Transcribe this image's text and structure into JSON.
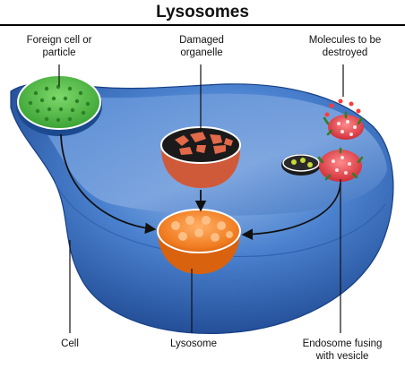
{
  "title": "Lysosomes",
  "labels": {
    "foreign": [
      "Foreign cell or",
      "particle"
    ],
    "damaged": [
      "Damaged",
      "organelle"
    ],
    "molecules": [
      "Molecules to be",
      "destroyed"
    ],
    "cell": "Cell",
    "lysosome": "Lysosome",
    "endosome": [
      "Endosome fusing",
      "with vesicle"
    ]
  },
  "colors": {
    "cell_dark": "#1d4f9e",
    "cell_mid": "#3b74c6",
    "cell_light": "#8fb3e3",
    "lysosome": "#f07a1e",
    "foreign": "#49b83a",
    "endosome": "#e2303a",
    "arrow": "#111111"
  }
}
